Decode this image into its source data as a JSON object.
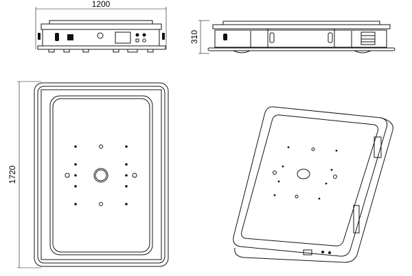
{
  "drawing": {
    "front_view": {
      "width_label": "1200"
    },
    "side_view": {
      "height_label": "310"
    },
    "top_view": {
      "length_label": "1720"
    },
    "isometric_view": {}
  },
  "colors": {
    "line": "#111111",
    "background": "#ffffff"
  }
}
